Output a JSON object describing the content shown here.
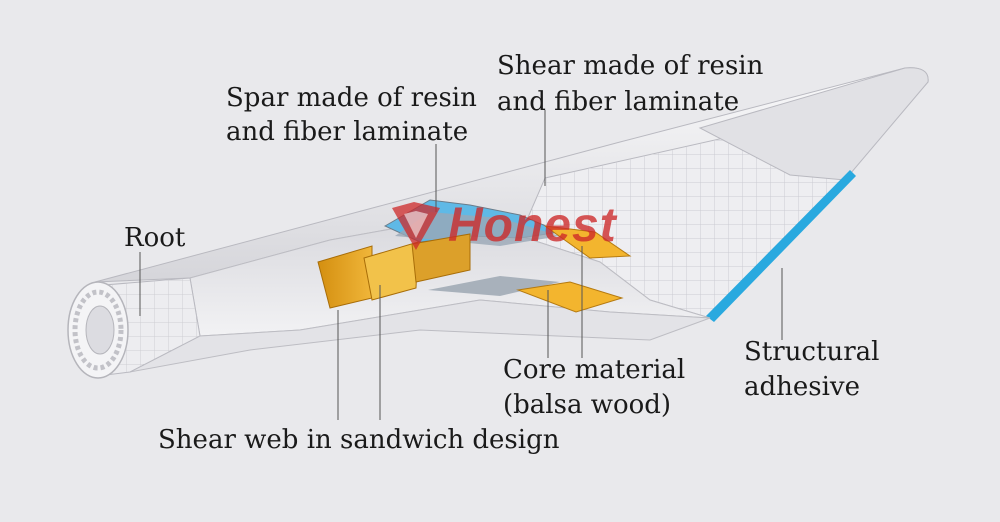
{
  "labels": {
    "root": "Root",
    "spar_line1": "Spar made of resin",
    "spar_line2": "and fiber laminate",
    "shear_line1": "Shear made of resin",
    "shear_line2": "and fiber laminate",
    "core_line1": "Core material",
    "core_line2": "(balsa wood)",
    "adhesive_line1": "Structural",
    "adhesive_line2": "adhesive",
    "shear_web": "Shear web in sandwich design"
  },
  "logo": {
    "text": "Honest"
  },
  "colors": {
    "background": "#e9e9ec",
    "shell": "#f1f1f3",
    "grid": "#c9c9cf",
    "core": "#e6a320",
    "blue": "#29a9df",
    "logo_red": "#cd2828"
  }
}
